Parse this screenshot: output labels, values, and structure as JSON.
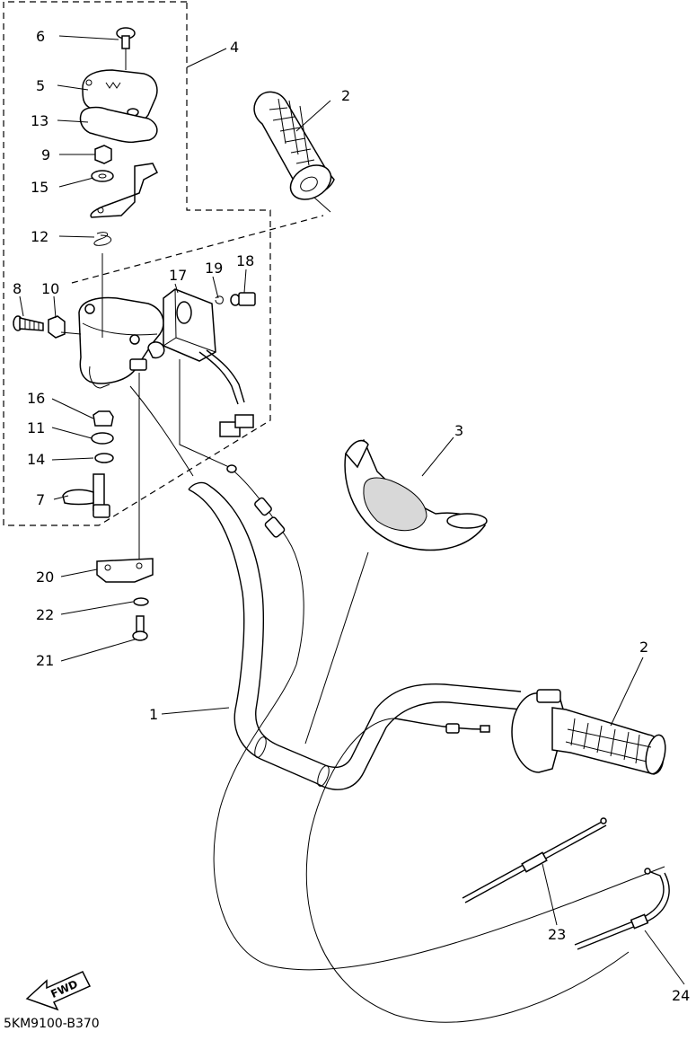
{
  "callouts": [
    "1",
    "2",
    "2",
    "3",
    "4",
    "5",
    "6",
    "7",
    "8",
    "9",
    "10",
    "11",
    "12",
    "13",
    "14",
    "15",
    "16",
    "17",
    "18",
    "19",
    "20",
    "21",
    "22",
    "23",
    "24"
  ],
  "direction_label": "FWD",
  "diagram_code": "5KM9100-B370"
}
